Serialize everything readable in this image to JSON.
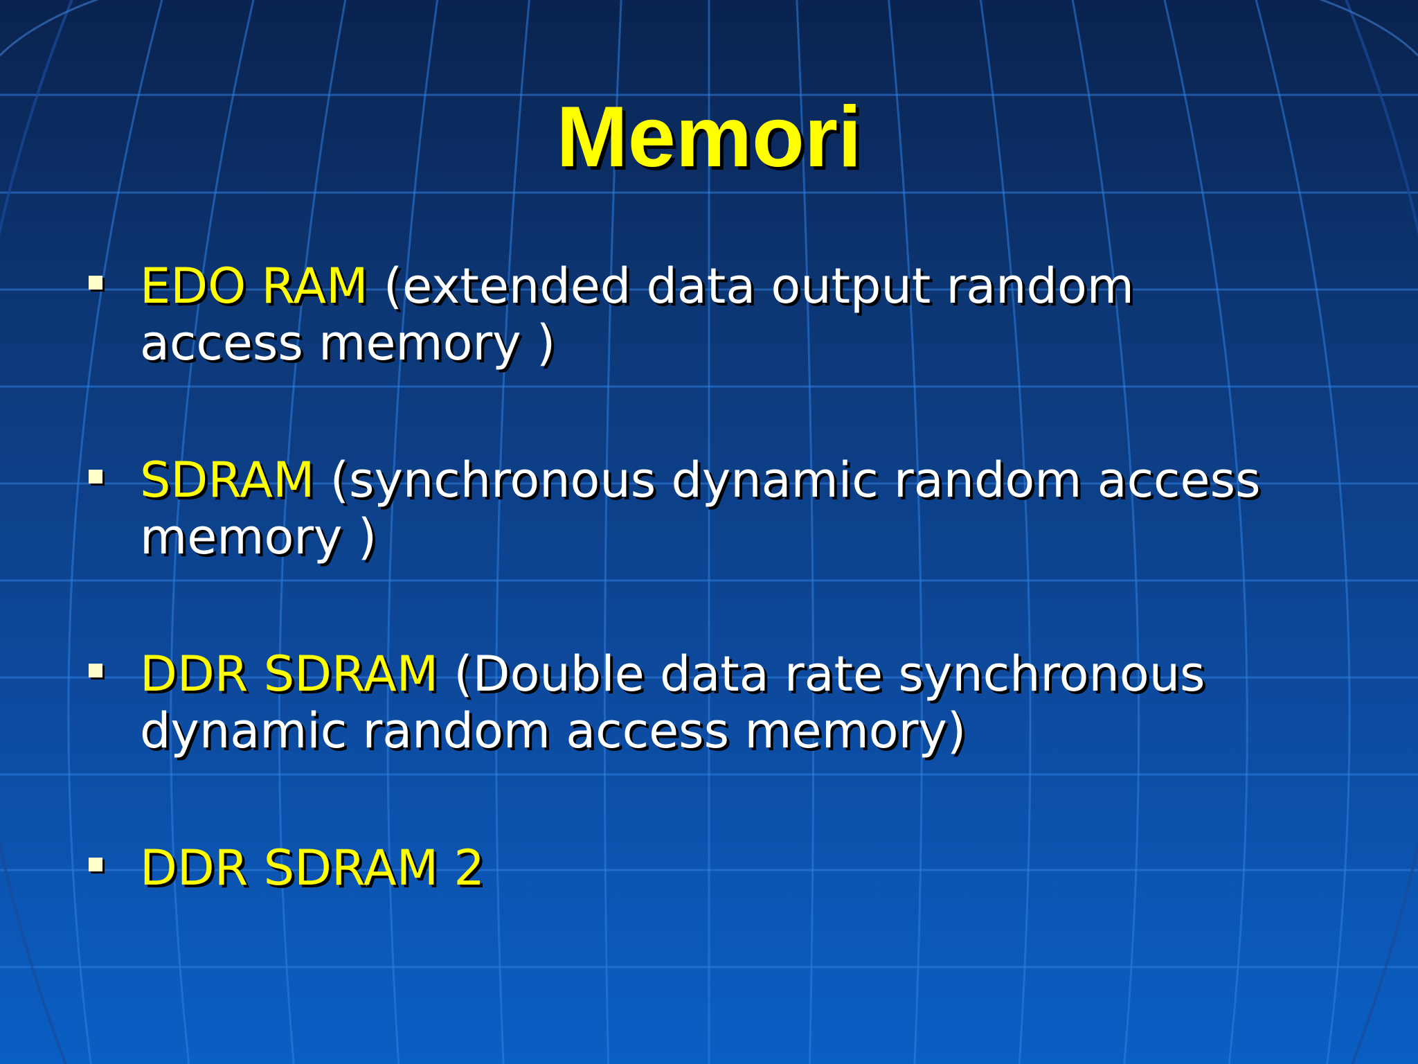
{
  "slide": {
    "title": "Memori",
    "bullets": [
      {
        "term": "EDO RAM",
        "description": " (extended data output random access memory )"
      },
      {
        "term": "SDRAM",
        "description": " (synchronous dynamic random access memory )"
      },
      {
        "term": "DDR SDRAM",
        "description": " (Double data rate synchronous dynamic random access memory)"
      },
      {
        "term": "DDR SDRAM 2",
        "description": ""
      }
    ]
  },
  "colors": {
    "background_top": "#0a2350",
    "background_bottom": "#0a5fc4",
    "grid_lines": "#2f7fe0",
    "title": "#ffff00",
    "term": "#ffff00",
    "body_text": "#ffffff",
    "bullet_marker": "#ffffcc"
  }
}
